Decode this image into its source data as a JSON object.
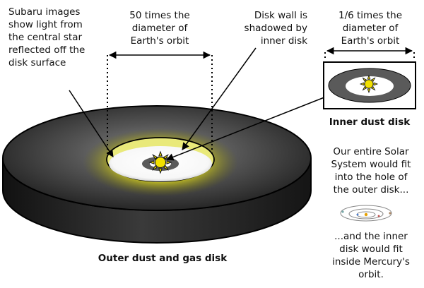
{
  "labels": {
    "subaru_note": [
      "Subaru images",
      "show light from",
      "the central star",
      "reflected off the",
      "disk surface"
    ],
    "outer_scale": [
      "50 times the",
      "diameter of",
      "Earth's orbit"
    ],
    "wall_note": [
      "Disk wall is",
      "shadowed by",
      "inner disk"
    ],
    "inner_scale": [
      "1/6 times the",
      "diameter of",
      "Earth's orbit"
    ],
    "inner_disk_title": "Inner dust disk",
    "solar_system_note": [
      "Our entire Solar",
      "System would fit",
      "into the hole of",
      "the outer disk..."
    ],
    "mercury_note": [
      "...and the inner",
      "disk would fit",
      "inside Mercury's",
      "orbit."
    ],
    "outer_disk_title": "Outer dust and gas disk"
  },
  "colors": {
    "disk_top": "#505050",
    "disk_side": "#2b2b2b",
    "glow": "#e8e000",
    "star": "#f2e000",
    "inner_disk": "#5a5a5a"
  },
  "icons": [
    "star-icon",
    "solar-system-icon"
  ]
}
